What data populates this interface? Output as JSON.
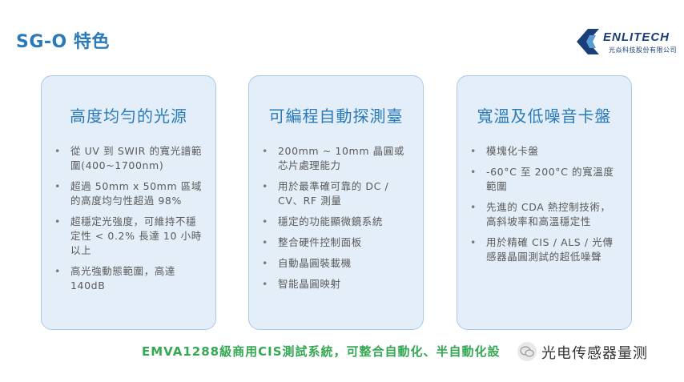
{
  "slide": {
    "title": "SG-O 特色",
    "footer": "EMVA1288級商用CIS測試系統，可整合自動化、半自動化設",
    "watermark": "光电传感器量测"
  },
  "logo": {
    "name": "ENLITECH",
    "subtitle": "光焱科技股份有限公司",
    "color_dark": "#1a3f78",
    "color_light": "#5b9bd5"
  },
  "cards": [
    {
      "title": "高度均勻的光源",
      "items": [
        "從 UV 到 SWIR 的寬光譜範圍(400~1700nm)",
        "超過 50mm x 50mm 區域的高度均勻性超過 98%",
        "超穩定光強度，可維持不穩定性 < 0.2% 長達 10 小時以上",
        "高光強動態範圍，高達140dB"
      ]
    },
    {
      "title": "可編程自動探測臺",
      "items": [
        "200mm ~ 10mm 晶圓或芯片處理能力",
        "用於最準確可靠的 DC / CV、RF 測量",
        "穩定的功能顯微鏡系統",
        "整合硬件控制面板",
        "自動晶圓裝載機",
        "智能晶圓映射"
      ]
    },
    {
      "title": "寬溫及低噪音卡盤",
      "items": [
        "模塊化卡盤",
        "-60°C 至 200°C 的寬溫度範圍",
        "先進的 CDA 熱控制技術，高斜坡率和高溫穩定性",
        "用於精確 CIS / ALS / 光傳感器晶圓測試的超低噪聲"
      ]
    }
  ],
  "colors": {
    "accent": "#2a7ab9",
    "card_bg": "#e3eef8",
    "card_border": "#a9c9e8",
    "footer": "#34a853"
  }
}
